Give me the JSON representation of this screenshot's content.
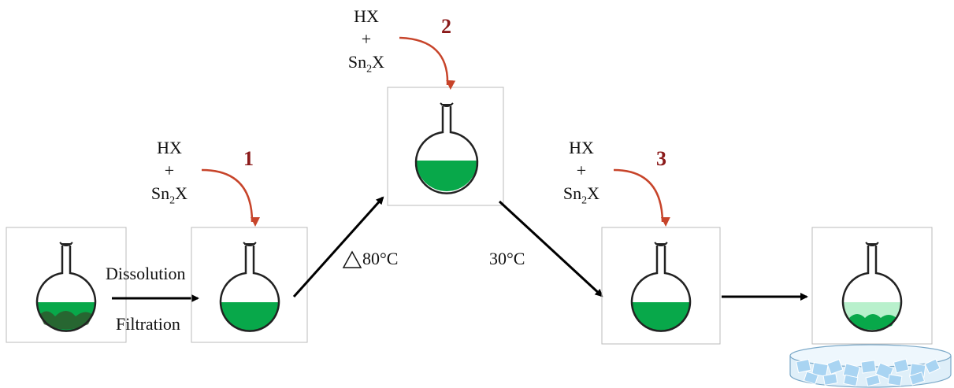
{
  "reagents": [
    {
      "line1": "HX",
      "line2": "+",
      "line3a": "Sn",
      "sub": "2",
      "line3b": "X"
    },
    {
      "line1": "HX",
      "line2": "+",
      "line3a": "Sn",
      "sub": "2",
      "line3b": "X"
    },
    {
      "line1": "HX",
      "line2": "+",
      "line3a": "Sn",
      "sub": "2",
      "line3b": "X"
    }
  ],
  "steps": [
    "1",
    "2",
    "3"
  ],
  "labels": {
    "dissolution": "Dissolution",
    "filtration": "Filtration",
    "heat": "80°C",
    "cool": "30°C"
  },
  "colors": {
    "solution": "#08a84a",
    "solution_light": "#b8f0cc",
    "precipitate": "#2d5a2d",
    "arrow": "#000000",
    "reagent_arrow": "#c7442a",
    "step_number": "#8b1a1a",
    "ice": "#a9d4f2"
  }
}
